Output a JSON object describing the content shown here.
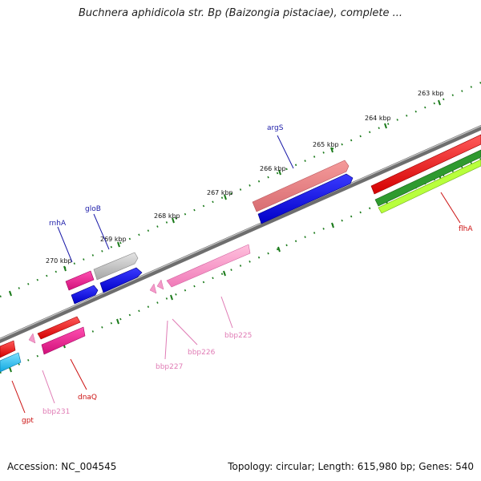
{
  "title": "Buchnera aphidicola str. Bp (Baizongia pistaciae), complete ...",
  "footer": {
    "accession_label": "Accession:",
    "accession": "NC_004545",
    "topology_label": "Topology:",
    "topology": "circular",
    "length_label": "Length:",
    "length": "615,980 bp",
    "genes_label": "Genes:",
    "genes": "540"
  },
  "colors": {
    "backbone": "#8a8a8a",
    "ruler_tick": "#1a7a1a",
    "label_blue": "#1a1aa8",
    "label_red": "#cc1111",
    "label_pink": "#e07cb5"
  },
  "ruler_labels": [
    "263 kbp",
    "264 kbp",
    "265 kbp",
    "266 kbp",
    "267 kbp",
    "268 kbp",
    "269 kbp",
    "270 kbp"
  ],
  "gene_labels": {
    "argS": "argS",
    "gloB": "gloB",
    "rnhA": "rnhA",
    "flhA": "flhA",
    "dnaQ": "dnaQ",
    "gpt": "gpt",
    "bbp225": "bbp225",
    "bbp226": "bbp226",
    "bbp227": "bbp227",
    "bbp231": "bbp231"
  }
}
